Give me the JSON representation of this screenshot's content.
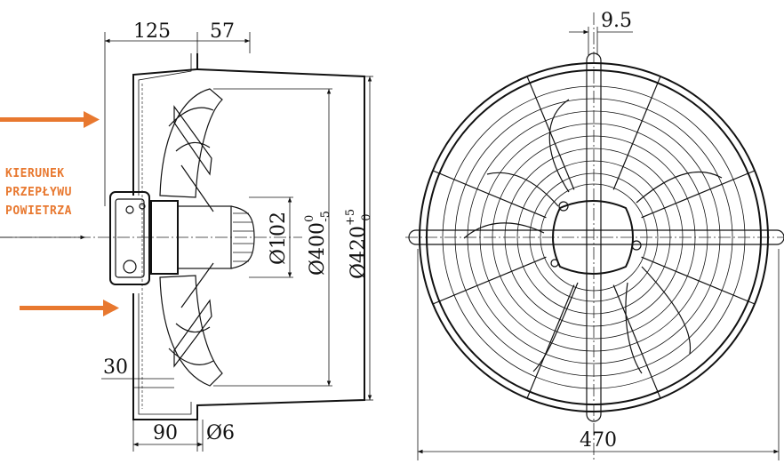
{
  "flow_label": {
    "line1": "KIERUNEK",
    "line2": "PRZEPŁYWU",
    "line3": "POWIETRZA"
  },
  "side_view": {
    "dim_top_left": "125",
    "dim_top_right": "57",
    "dim_bottom_left": "90",
    "dim_bottom_right": "Ø6",
    "dim_flange": "30",
    "dim_hub": {
      "base": "Ø102"
    },
    "dim_blade": {
      "base": "Ø400",
      "sup": "0",
      "sub": "-5"
    },
    "dim_guard": {
      "base": "Ø420",
      "sup": "+5",
      "sub": "0"
    }
  },
  "front_view": {
    "dim_top": "9.5",
    "dim_width": "470"
  },
  "colors": {
    "arrow": "#e8782f",
    "line": "#111111"
  }
}
